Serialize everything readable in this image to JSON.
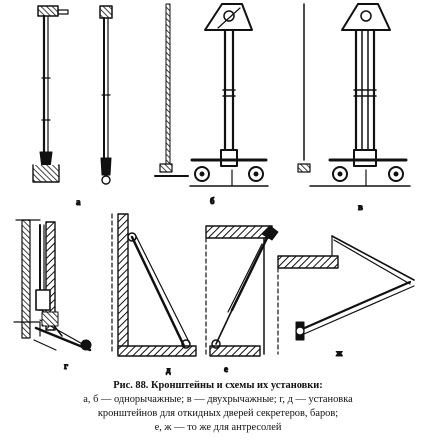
{
  "figure": {
    "labels": {
      "a": "а",
      "b": "б",
      "v": "в",
      "g": "г",
      "d": "д",
      "e": "е",
      "zh": "ж"
    },
    "caption": {
      "title": "Рис. 88. Кронштейны и схемы их установки:",
      "line1": "а, б — однорычажные; в — двухрычажные; г, д — установка",
      "line2": "кронштейнов для откидных дверей секретеров, баров;",
      "line3": "е, ж — то же для антресолей"
    }
  }
}
